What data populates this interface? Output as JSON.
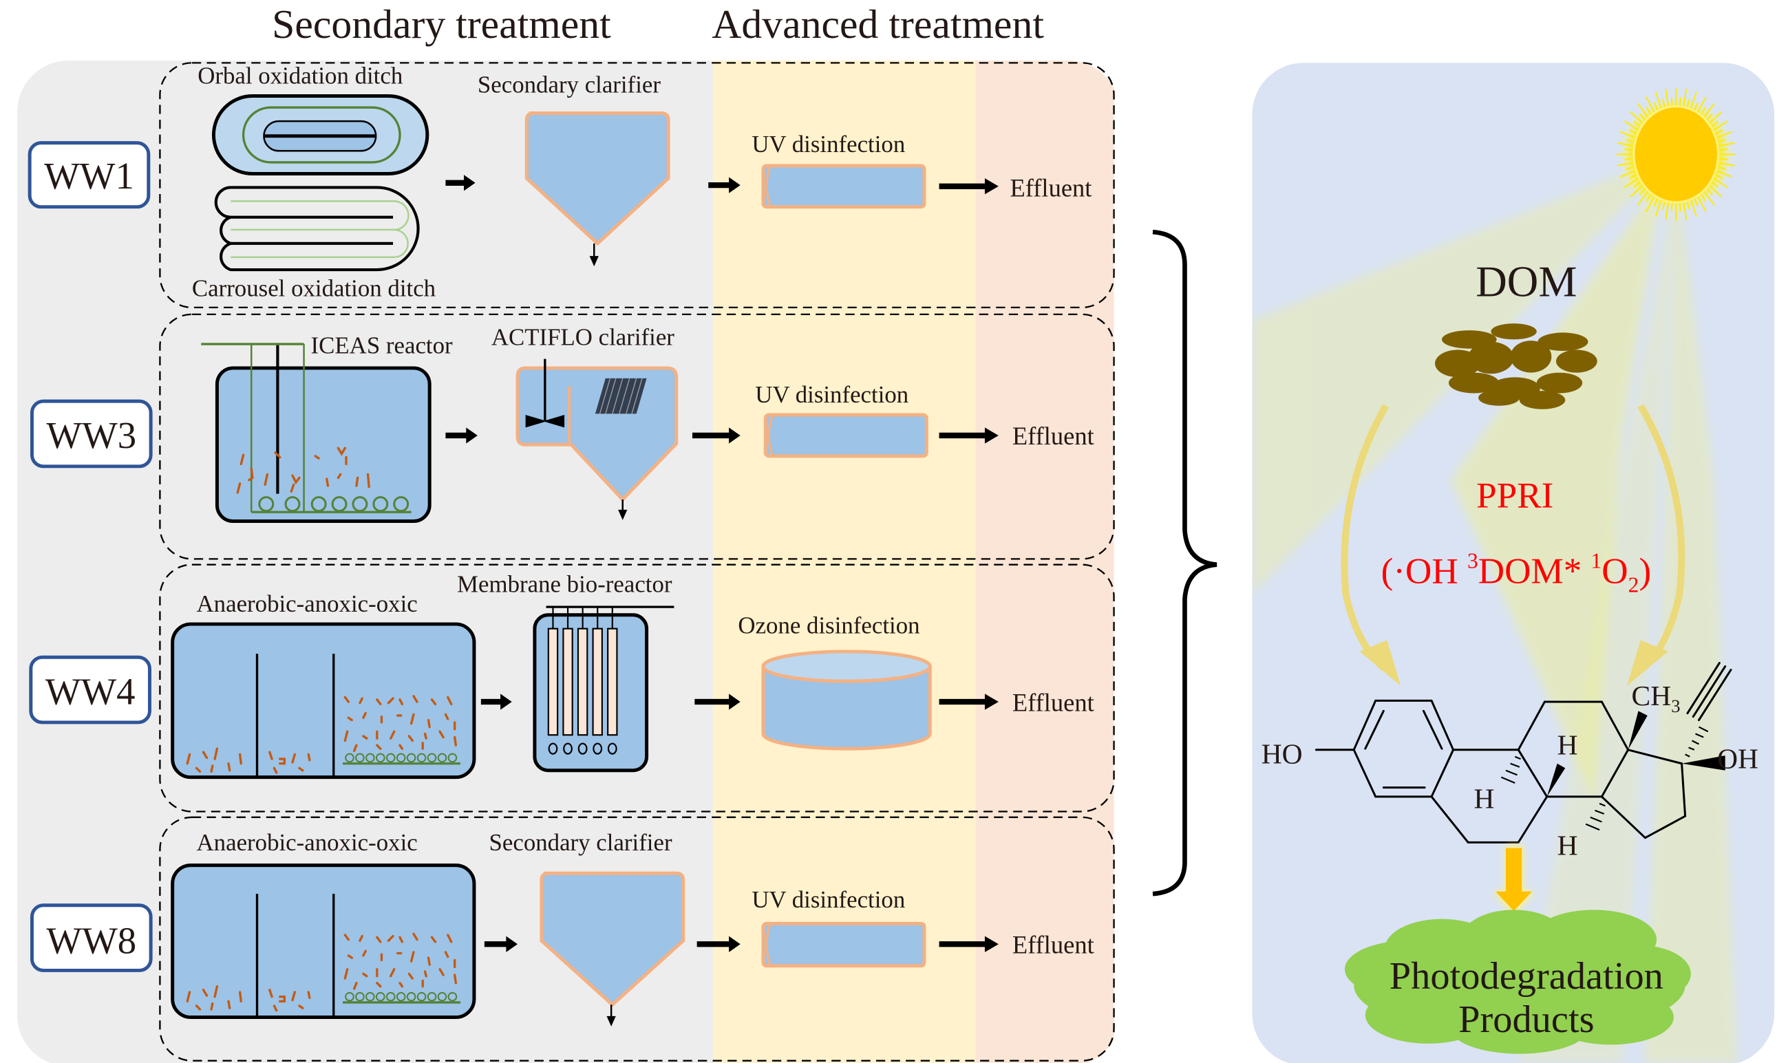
{
  "header": {
    "secondary_treatment": "Secondary treatment",
    "advanced_treatment": "Advanced treatment"
  },
  "colors": {
    "panel_gray": "#EDEDED",
    "advanced_band": "#FFF2CC",
    "effluent_band": "#FBE5D6",
    "right_panel": "#DAE3F3",
    "tank_fill": "#9DC3E6",
    "tank_stroke": "#F4B183",
    "ww_border": "#2F5597",
    "dom_color": "#7F6000",
    "ppri_color": "#FF0000",
    "sun": "#FFCC00",
    "cloud": "#92D050",
    "product_arrow": "#FFC000"
  },
  "plants": [
    {
      "id": "WW1",
      "secondary_units": [
        "Orbal oxidation ditch",
        "Carrousel oxidation ditch"
      ],
      "clarifier": "Secondary clarifier",
      "disinfection": "UV disinfection",
      "output": "Effluent"
    },
    {
      "id": "WW3",
      "secondary_units": [
        "ICEAS reactor"
      ],
      "clarifier": "ACTIFLO clarifier",
      "disinfection": "UV disinfection",
      "output": "Effluent"
    },
    {
      "id": "WW4",
      "secondary_units": [
        "Anaerobic-anoxic-oxic"
      ],
      "clarifier": "Membrane bio-reactor",
      "disinfection": "Ozone disinfection",
      "output": "Effluent"
    },
    {
      "id": "WW8",
      "secondary_units": [
        "Anaerobic-anoxic-oxic"
      ],
      "clarifier": "Secondary clarifier",
      "disinfection": "UV disinfection",
      "output": "Effluent"
    }
  ],
  "photochem": {
    "dom_label": "DOM",
    "ppri_label": "PPRI",
    "species_open": "(·OH ",
    "species_3": "3",
    "species_dom": "DOM* ",
    "species_1": "1",
    "species_o": "O",
    "species_2": "2",
    "species_close": ")",
    "molecule": {
      "ho_left": "HO",
      "oh_right": "OH",
      "ch3_c": "CH",
      "ch3_sub": "3",
      "h_upper": "H",
      "h_left": "H",
      "h_lower": "H"
    },
    "product_line1": "Photodegradation",
    "product_line2": "Products",
    "icons": [
      "sun-icon",
      "dom-aggregate-icon",
      "arrow-down-icon",
      "cloud-icon",
      "brace-icon"
    ]
  }
}
